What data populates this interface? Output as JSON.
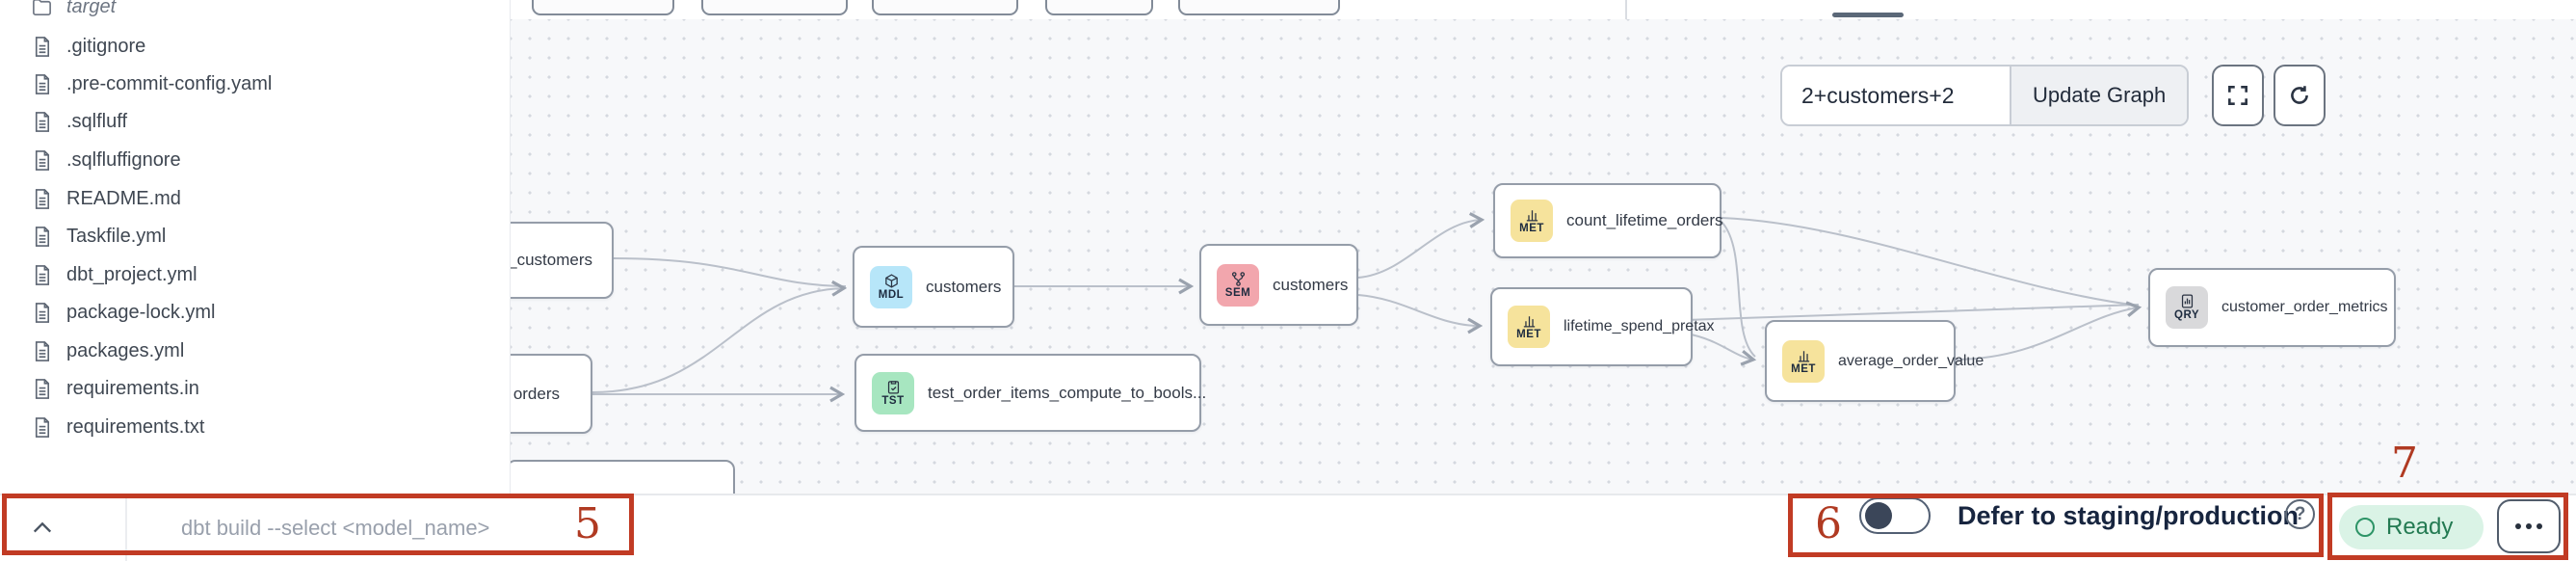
{
  "sidebar": {
    "items": [
      {
        "label": "target",
        "icon": "folder-icon",
        "muted": true
      },
      {
        "label": ".gitignore",
        "icon": "file-icon"
      },
      {
        "label": ".pre-commit-config.yaml",
        "icon": "file-icon"
      },
      {
        "label": ".sqlfluff",
        "icon": "file-icon"
      },
      {
        "label": ".sqlfluffignore",
        "icon": "file-icon"
      },
      {
        "label": "README.md",
        "icon": "file-icon"
      },
      {
        "label": "Taskfile.yml",
        "icon": "file-icon"
      },
      {
        "label": "dbt_project.yml",
        "icon": "file-icon"
      },
      {
        "label": "package-lock.yml",
        "icon": "file-icon"
      },
      {
        "label": "packages.yml",
        "icon": "file-icon"
      },
      {
        "label": "requirements.in",
        "icon": "file-icon"
      },
      {
        "label": "requirements.txt",
        "icon": "file-icon"
      }
    ]
  },
  "graph": {
    "controls": {
      "selection_input": "2+customers+2",
      "update_button_label": "Update Graph",
      "fullscreen_icon": "fullscreen-icon",
      "refresh_icon": "refresh-icon"
    },
    "nodes": [
      {
        "label": "stg_customers",
        "code": ""
      },
      {
        "label": "orders",
        "code": ""
      },
      {
        "label": "customers",
        "code": "MDL",
        "icon": "cube-icon"
      },
      {
        "label": "customers",
        "code": "SEM",
        "icon": "branch-icon"
      },
      {
        "label": "test_order_items_compute_to_bools...",
        "code": "TST",
        "icon": "clipboard-check-icon"
      },
      {
        "label": "count_lifetime_orders",
        "code": "MET",
        "icon": "bar-chart-icon"
      },
      {
        "label": "lifetime_spend_pretax",
        "code": "MET",
        "icon": "bar-chart-icon"
      },
      {
        "label": "average_order_value",
        "code": "MET",
        "icon": "bar-chart-icon"
      },
      {
        "label": "customer_order_metrics",
        "code": "QRY",
        "icon": "report-icon"
      }
    ]
  },
  "status_bar": {
    "command_placeholder": "dbt build --select <model_name>",
    "defer_label": "Defer to staging/production",
    "help_icon": "?",
    "ready_label": "Ready"
  },
  "annotations": {
    "step5": "5",
    "step6": "6",
    "step7": "7"
  },
  "colors": {
    "annotation_red": "#c13b24",
    "badge_mdl": "#b7e6f9",
    "badge_sem": "#f2a6ad",
    "badge_tst": "#a7e6c0",
    "badge_met": "#f6e39c",
    "badge_qry": "#d9d9db",
    "ready_bg": "#daf3e6",
    "ready_text": "#237a52"
  }
}
